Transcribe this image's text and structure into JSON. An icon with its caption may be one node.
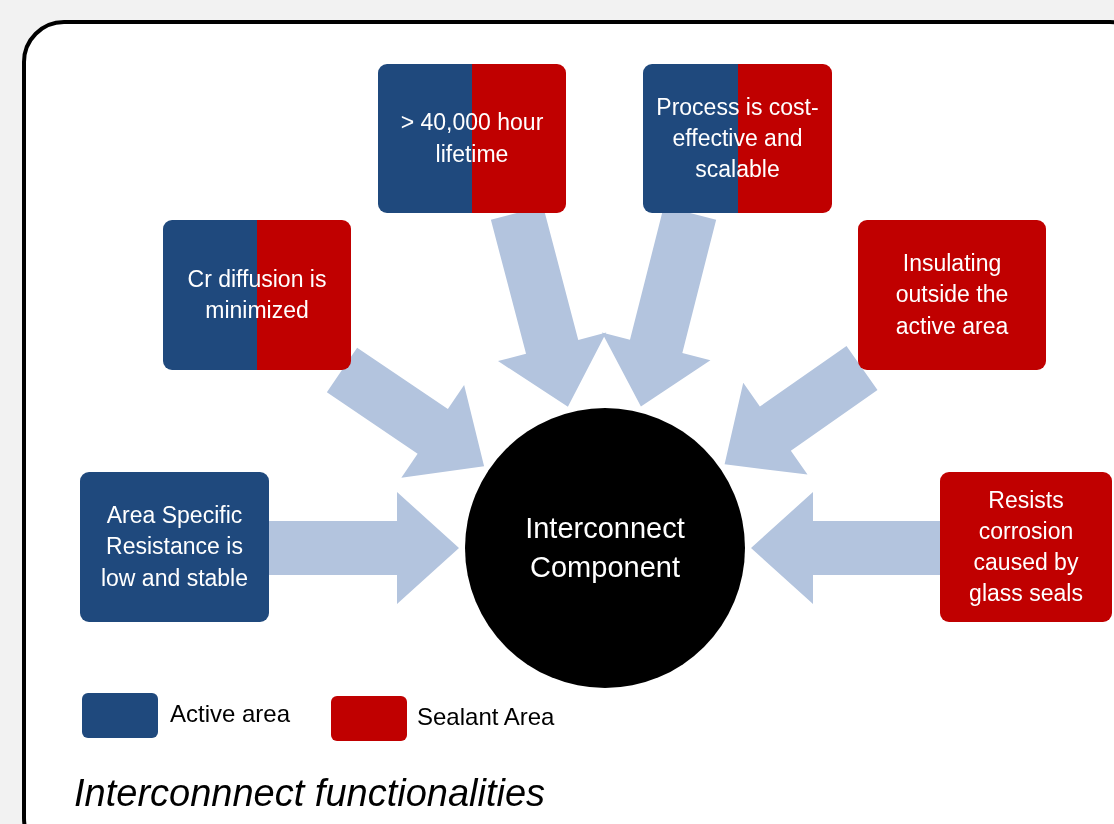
{
  "diagram": {
    "caption": "Interconnnect functionalities",
    "nodes": [
      {
        "text": [
          "> 40,000 hour lifetime"
        ]
      },
      {
        "text": [
          "Process is cost-effective and scalable"
        ]
      },
      {
        "text": [
          "Cr diffusion is minimized"
        ]
      },
      {
        "text": [
          "Insulating outside the active area"
        ]
      },
      {
        "text": [
          "Area Specific Resistance  is low and stable"
        ]
      },
      {
        "text": [
          "Interconnect Component"
        ]
      },
      {
        "text": [
          "Resists corrosion caused by glass seals"
        ]
      }
    ],
    "edges": [
      {
        "from": 0,
        "to": 5,
        "arrow": "to",
        "style": "thick"
      },
      {
        "from": 1,
        "to": 5,
        "arrow": "to",
        "style": "thick"
      },
      {
        "from": 2,
        "to": 5,
        "arrow": "to",
        "style": "thick"
      },
      {
        "from": 3,
        "to": 5,
        "arrow": "to",
        "style": "thick"
      },
      {
        "from": 4,
        "to": 5,
        "arrow": "to",
        "style": "thick"
      },
      {
        "from": 6,
        "to": 5,
        "arrow": "to",
        "style": "thick"
      }
    ],
    "legend": [
      {
        "text": "Active area",
        "color": "#1f497d"
      },
      {
        "text": "Sealant Area",
        "color": "#c00000"
      }
    ]
  }
}
